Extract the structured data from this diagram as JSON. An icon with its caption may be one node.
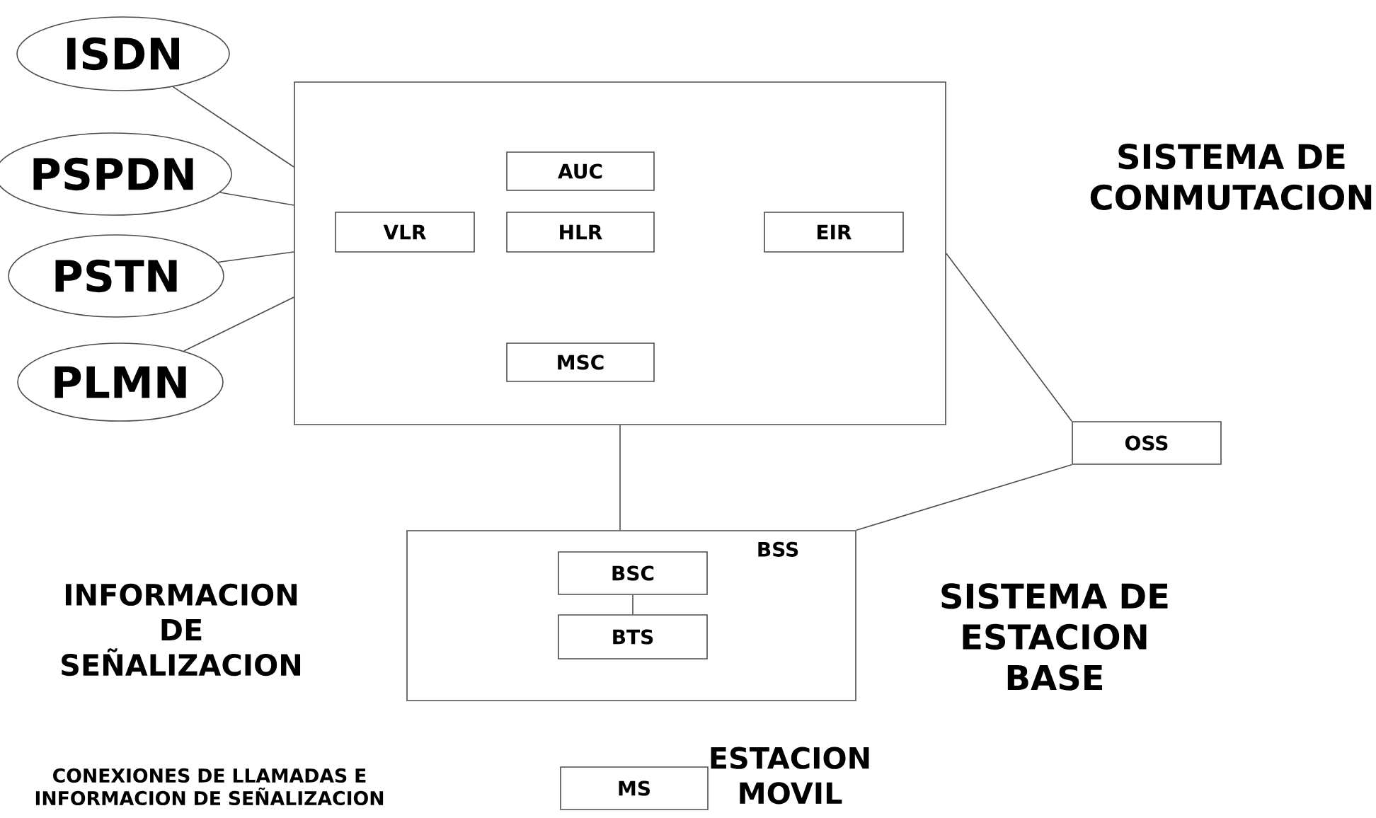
{
  "diagram": {
    "nodes": [
      {
        "text": [
          "ISDN"
        ]
      },
      {
        "text": [
          "PSPDN"
        ]
      },
      {
        "text": [
          "PSTN"
        ]
      },
      {
        "text": [
          "PLMN"
        ]
      },
      {
        "text": [],
        "shape": "box"
      },
      {
        "text": [
          "AUC"
        ],
        "in": 4
      },
      {
        "text": [
          "VLR"
        ],
        "in": 4
      },
      {
        "text": [
          "HLR"
        ],
        "in": 4
      },
      {
        "text": [
          "EIR"
        ],
        "in": 4
      },
      {
        "text": [
          "MSC"
        ],
        "in": 4
      },
      {
        "text": [
          "OSS"
        ]
      },
      {
        "text": [
          "BSS"
        ]
      },
      {
        "text": [
          "BSC"
        ],
        "in": 11
      },
      {
        "text": [
          "BTS"
        ],
        "in": 11
      },
      {
        "text": [
          "MS"
        ]
      }
    ],
    "edges": [
      {
        "from": 0,
        "to": 4,
        "arrow": "none"
      },
      {
        "from": 1,
        "to": 4,
        "arrow": "none"
      },
      {
        "from": 2,
        "to": 4,
        "arrow": "none"
      },
      {
        "from": 3,
        "to": 4,
        "arrow": "none"
      },
      {
        "from": 4,
        "to": 10,
        "arrow": "none"
      },
      {
        "from": 11,
        "to": 10,
        "arrow": "none"
      },
      {
        "from": 4,
        "to": 11,
        "arrow": "none"
      },
      {
        "from": 12,
        "to": 13,
        "arrow": "none"
      }
    ],
    "labels": [
      "SISTEMA DE CONMUTACION",
      "INFORMACION DE SEÑALIZACION",
      "SISTEMA DE ESTACION BASE",
      "CONEXIONES DE LLAMADAS E INFORMACION DE SEÑALIZACION",
      "ESTACION MOVIL"
    ]
  }
}
